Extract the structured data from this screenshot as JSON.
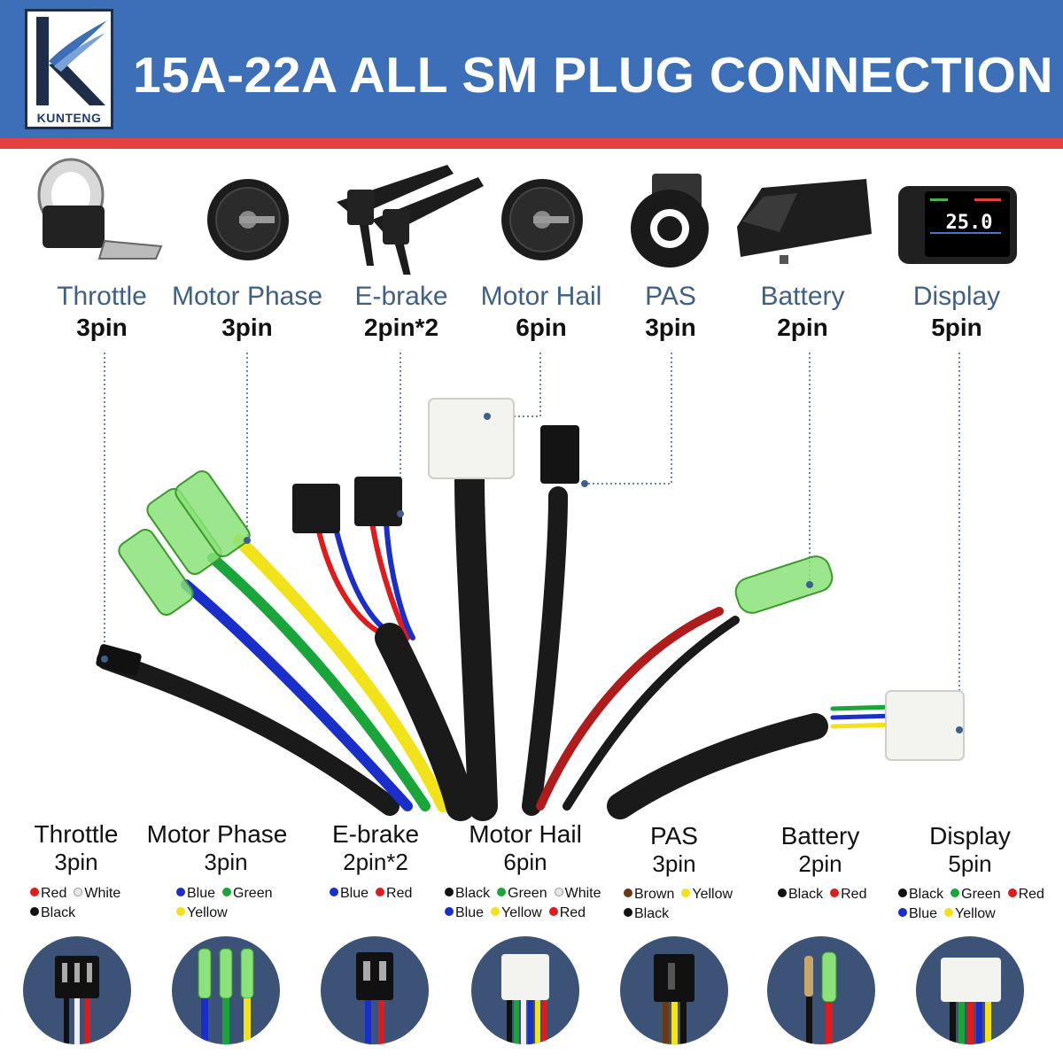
{
  "header": {
    "title": "15A-22A ALL SM PLUG CONNECTION",
    "logo_text": "KUNTENG",
    "bg_color": "#3d6fb8",
    "stripe_color": "#e64040"
  },
  "products": [
    {
      "label": "Throttle",
      "pin": "3pin",
      "icon": "throttle-icon"
    },
    {
      "label": "Motor Phase",
      "pin": "3pin",
      "icon": "hub-motor-icon"
    },
    {
      "label": "E-brake",
      "pin": "2pin*2",
      "icon": "brake-lever-icon"
    },
    {
      "label": "Motor Hail",
      "pin": "6pin",
      "icon": "hub-motor-icon"
    },
    {
      "label": "PAS",
      "pin": "3pin",
      "icon": "pas-sensor-icon"
    },
    {
      "label": "Battery",
      "pin": "2pin",
      "icon": "battery-icon"
    },
    {
      "label": "Display",
      "pin": "5pin",
      "icon": "display-icon"
    }
  ],
  "display_screen": {
    "speed": "25.0"
  },
  "connectors": [
    {
      "label": "Throttle",
      "pin": "3pin",
      "wires": [
        [
          "Red",
          "White"
        ],
        [
          "Black"
        ]
      ]
    },
    {
      "label": "Motor Phase",
      "pin": "3pin",
      "wires": [
        [
          "Blue",
          "Green"
        ],
        [
          "Yellow"
        ]
      ]
    },
    {
      "label": "E-brake",
      "pin": "2pin*2",
      "wires": [
        [
          "Blue",
          "Red"
        ]
      ]
    },
    {
      "label": "Motor Hail",
      "pin": "6pin",
      "wires": [
        [
          "Black",
          "Green",
          "White"
        ],
        [
          "Blue",
          "Yellow",
          "Red"
        ]
      ]
    },
    {
      "label": "PAS",
      "pin": "3pin",
      "wires": [
        [
          "Brown",
          "Yellow"
        ],
        [
          "Black"
        ]
      ]
    },
    {
      "label": "Battery",
      "pin": "2pin",
      "wires": [
        [
          "Black",
          "Red"
        ]
      ]
    },
    {
      "label": "Display",
      "pin": "5pin",
      "wires": [
        [
          "Black",
          "Green",
          "Red"
        ],
        [
          "Blue",
          "Yellow"
        ]
      ]
    }
  ],
  "wire_colors": {
    "Red": "#e01b1b",
    "White": "#e6e6e6",
    "Black": "#111111",
    "Blue": "#1a2fc9",
    "Green": "#1aa53a",
    "Yellow": "#f2e21a",
    "Brown": "#6b3a14"
  }
}
